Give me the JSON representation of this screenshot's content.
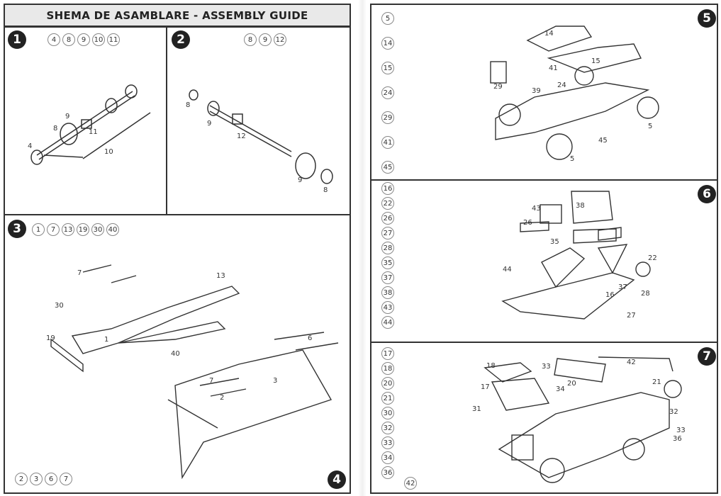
{
  "title": "SHEMA DE ASAMBLARE - ASSEMBLY GUIDE",
  "steps": [
    {
      "number": "1",
      "parts": [
        "4",
        "8",
        "9",
        "10",
        "11"
      ],
      "callouts": [
        "9",
        "8",
        "11",
        "4",
        "10"
      ]
    },
    {
      "number": "2",
      "parts": [
        "8",
        "9",
        "12"
      ],
      "callouts": [
        "8",
        "9",
        "12",
        "9",
        "8"
      ]
    },
    {
      "number": "3",
      "parts": [
        "1",
        "7",
        "13",
        "19",
        "30",
        "40"
      ],
      "callouts": [
        "7",
        "13",
        "30",
        "19",
        "1",
        "40"
      ]
    },
    {
      "number": "4",
      "parts": [
        "2",
        "3",
        "6",
        "7"
      ],
      "callouts": [
        "6",
        "7",
        "3",
        "2"
      ]
    },
    {
      "number": "5",
      "parts": [
        "5",
        "14",
        "15",
        "24",
        "29",
        "41",
        "45"
      ],
      "callouts": [
        "14",
        "15",
        "41",
        "29",
        "39",
        "24",
        "5",
        "45",
        "5"
      ]
    },
    {
      "number": "6",
      "parts": [
        "16",
        "22",
        "26",
        "27",
        "28",
        "35",
        "37",
        "38",
        "43",
        "44"
      ],
      "callouts": [
        "43",
        "38",
        "26",
        "35",
        "22",
        "44",
        "37",
        "28",
        "16",
        "27"
      ]
    },
    {
      "number": "7",
      "parts": [
        "17",
        "18",
        "20",
        "21",
        "30",
        "32",
        "33",
        "34",
        "36",
        "42"
      ],
      "callouts": [
        "18",
        "33",
        "42",
        "17",
        "34",
        "20",
        "21",
        "31",
        "32",
        "33",
        "36"
      ]
    }
  ]
}
